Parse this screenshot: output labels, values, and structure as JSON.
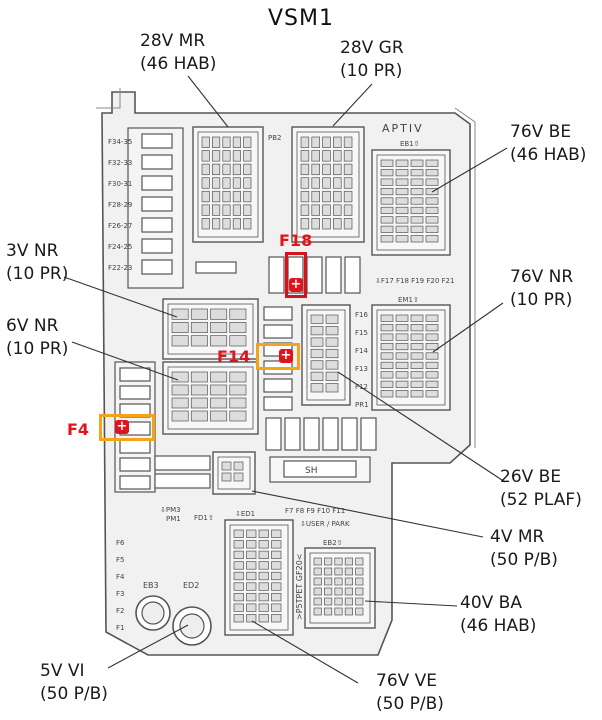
{
  "title": "VSM1",
  "callouts": {
    "c28v_mr": [
      "28V MR",
      "(46 HAB)"
    ],
    "c28v_gr": [
      "28V GR",
      "(10 PR)"
    ],
    "c76v_be": [
      "76V BE",
      "(46 HAB)"
    ],
    "c3v_nr": [
      "3V NR",
      "(10 PR)"
    ],
    "c76v_nr": [
      "76V NR",
      "(10 PR)"
    ],
    "c6v_nr": [
      "6V NR",
      "(10 PR)"
    ],
    "c26v_be": [
      "26V BE",
      "(52 PLAF)"
    ],
    "c4v_mr": [
      "4V MR",
      "(50 P/B)"
    ],
    "c40v_ba": [
      "40V BA",
      "(46 HAB)"
    ],
    "c5v_vi": [
      "5V VI",
      "(50 P/B)"
    ],
    "c76v_ve": [
      "76V VE",
      "(50 P/B)"
    ]
  },
  "fuse_tags": {
    "f18": "F18",
    "f14": "F14",
    "f4": "F4"
  },
  "plus_symbol": "+",
  "board_text": {
    "brand": "APTIV",
    "eb1": "EB1⇧",
    "em1": "EM1⇧",
    "eb2": "EB2⇧",
    "ed1": "⇩ED1",
    "eb3": "EB3",
    "ed2": "ED2",
    "pb2": "PB2",
    "sh": "SH",
    "user_park": "⇩USER / PARK",
    "pm3": "⇩PM3",
    "pm1": "PM1",
    "fd1": "FD1⇧",
    "vert": ">P5TPET GF20<",
    "fuse_row_top": "⇩F17 F18 F19 F20 F21",
    "fuse_row_bottom": "F7  F8  F9  F10  F11",
    "left_column_fuses": [
      "F34-35",
      "F32-33",
      "F30-31",
      "F28-29",
      "F26-27",
      "F24-25",
      "F22-23"
    ],
    "mid_column_fuses": [
      "F16",
      "F15",
      "F14",
      "F13",
      "F12",
      "PR1"
    ],
    "lower_left_fuses": [
      "F6",
      "F5",
      "F4",
      "F3",
      "F2",
      "F1"
    ]
  },
  "colors": {
    "highlight_red": "#d8121a",
    "highlight_orange": "#f2a516",
    "label_red": "#e0141a",
    "drawing": "#555555"
  }
}
